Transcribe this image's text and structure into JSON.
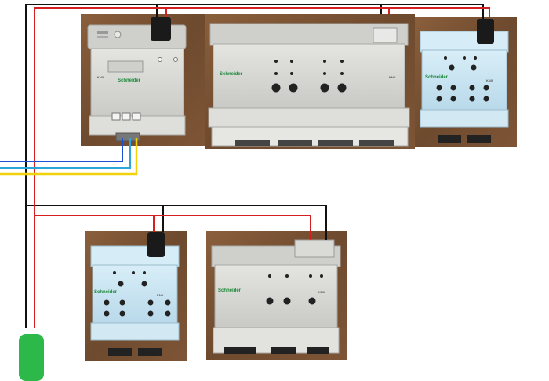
{
  "colors": {
    "bus_red": "#d42020",
    "bus_black": "#111111",
    "wire_blue": "#1a4fd6",
    "wire_cyan": "#2aa6d8",
    "wire_yellow": "#f2d20a",
    "terminal_green": "#2db84a",
    "wood_background": "#7b5436",
    "grey_device": "#d8d8d5",
    "blue_device": "#cfe6f2"
  },
  "devices": {
    "power_supply": {
      "brand": "Schneider",
      "bus_label": "KNX"
    },
    "dimmer_large": {
      "brand": "Schneider",
      "bus_label": "KNX"
    },
    "switch_actuator_top": {
      "brand": "Schneider",
      "bus_label": "KNX"
    },
    "switch_actuator_bottom": {
      "brand": "Schneider",
      "bus_label": "KNX"
    },
    "dimmer_small": {
      "brand": "Schneider",
      "bus_label": "KNX"
    }
  }
}
